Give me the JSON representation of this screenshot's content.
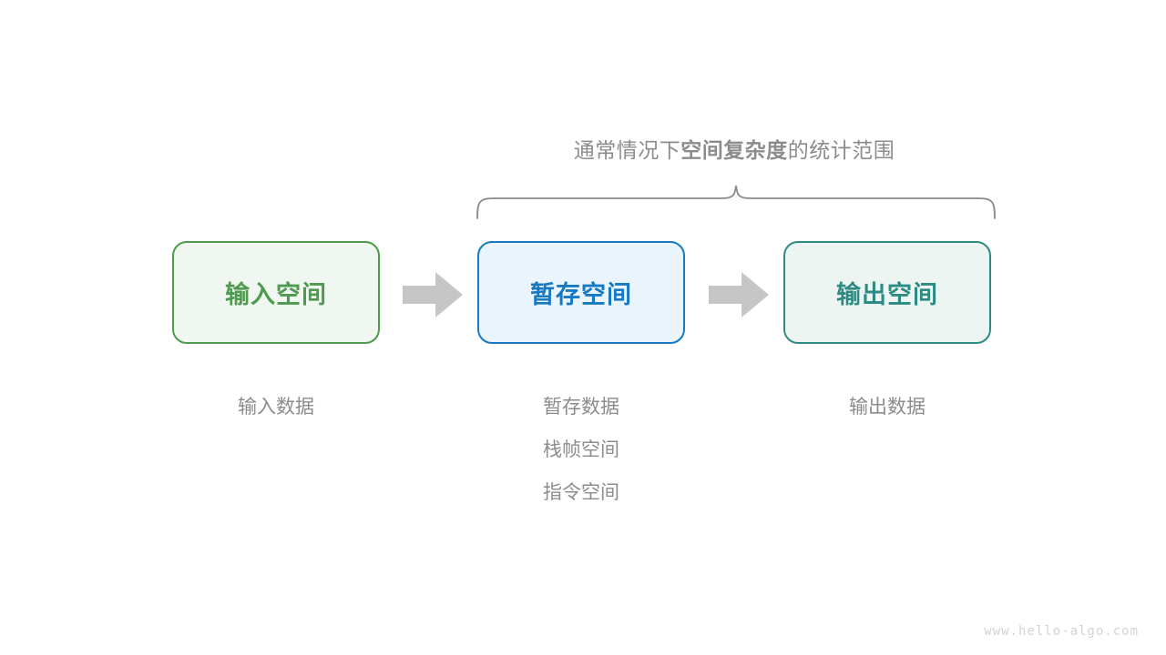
{
  "diagram": {
    "title_caption": {
      "lead": "通常情况下",
      "emphasis": "空间复杂度",
      "tail": "的统计范围"
    },
    "brace": {
      "name": "curly-brace-span"
    },
    "boxes": [
      {
        "id": "input-space",
        "label": "输入空间",
        "text_color": "#4e9a4e",
        "fill_color": "#f0f7f0",
        "border_color": "#4e9a4e"
      },
      {
        "id": "temp-space",
        "label": "暂存空间",
        "text_color": "#1879c3",
        "fill_color": "#eaf4fc",
        "border_color": "#1879c3"
      },
      {
        "id": "output-space",
        "label": "输出空间",
        "text_color": "#2e8b84",
        "fill_color": "#edf5f3",
        "border_color": "#2e8b84"
      }
    ],
    "arrows": [
      {
        "id": "arrow-input-to-temp",
        "direction": "right",
        "color": "#c6c6c6"
      },
      {
        "id": "arrow-temp-to-output",
        "direction": "right",
        "color": "#c6c6c6"
      }
    ],
    "captions": {
      "input": [
        "输入数据"
      ],
      "temp": [
        "暂存数据",
        "栈帧空间",
        "指令空间"
      ],
      "output": [
        "输出数据"
      ]
    },
    "watermark": "www.hello-algo.com",
    "colors": {
      "background": "#ffffff",
      "muted_text": "#8c8c8c",
      "watermark_text": "#d3d3d3",
      "brace_stroke": "#8a8a8a"
    }
  }
}
